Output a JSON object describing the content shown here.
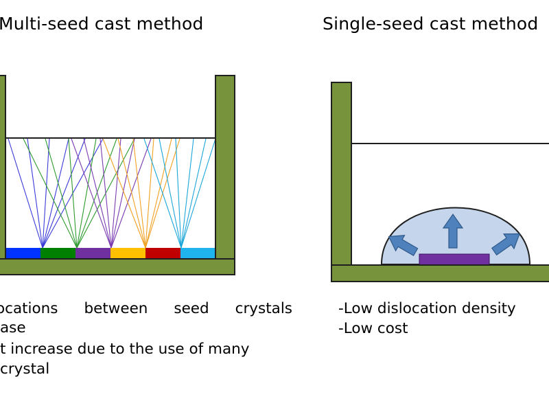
{
  "left_panel": {
    "title": "Multi-seed cast method",
    "notes": [
      [
        "locations",
        "between",
        "seed",
        "crystals"
      ],
      "ase",
      "t increase due to the use of many",
      "crystal"
    ]
  },
  "right_panel": {
    "title": "Single-seed cast method",
    "notes": [
      "-Low dislocation density",
      "-Low cost"
    ]
  },
  "colors": {
    "mold": "#77933c",
    "outline": "#1f1f1f",
    "dome_fill": "#c5d6ec",
    "arrow": "#4f81bd",
    "single_seed": "#7030a0",
    "seeds": [
      "#0033ff",
      "#008000",
      "#7030a0",
      "#ffc000",
      "#c00000",
      "#1fb4ee"
    ],
    "ray_colors": [
      "#3a3ad9",
      "#2d9a2d",
      "#7a3ab0",
      "#f0a020",
      "#1aa6d9"
    ]
  }
}
